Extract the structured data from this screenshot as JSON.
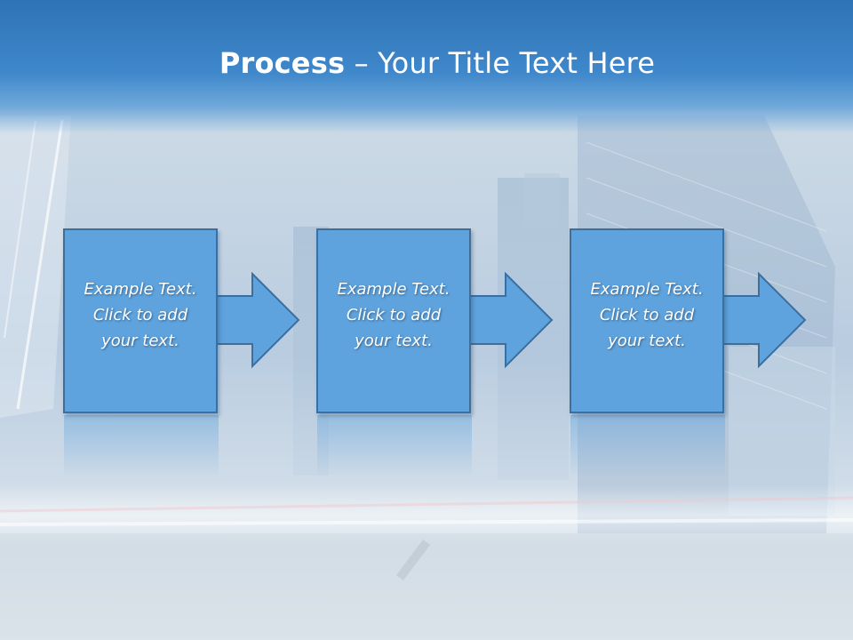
{
  "slide": {
    "title_bold": "Process",
    "title_rest": " – Your Title Text Here"
  },
  "process": {
    "steps": [
      {
        "text": "Example Text.\nClick  to add\nyour text."
      },
      {
        "text": "Example Text.\nClick  to add\nyour text."
      },
      {
        "text": "Example Text.\nClick  to add\nyour text."
      }
    ]
  },
  "colors": {
    "header": "#3f88cb",
    "box_fill": "#5ea3dd",
    "box_border": "#3b6fa0",
    "arrow_fill": "#5ea3dd"
  }
}
